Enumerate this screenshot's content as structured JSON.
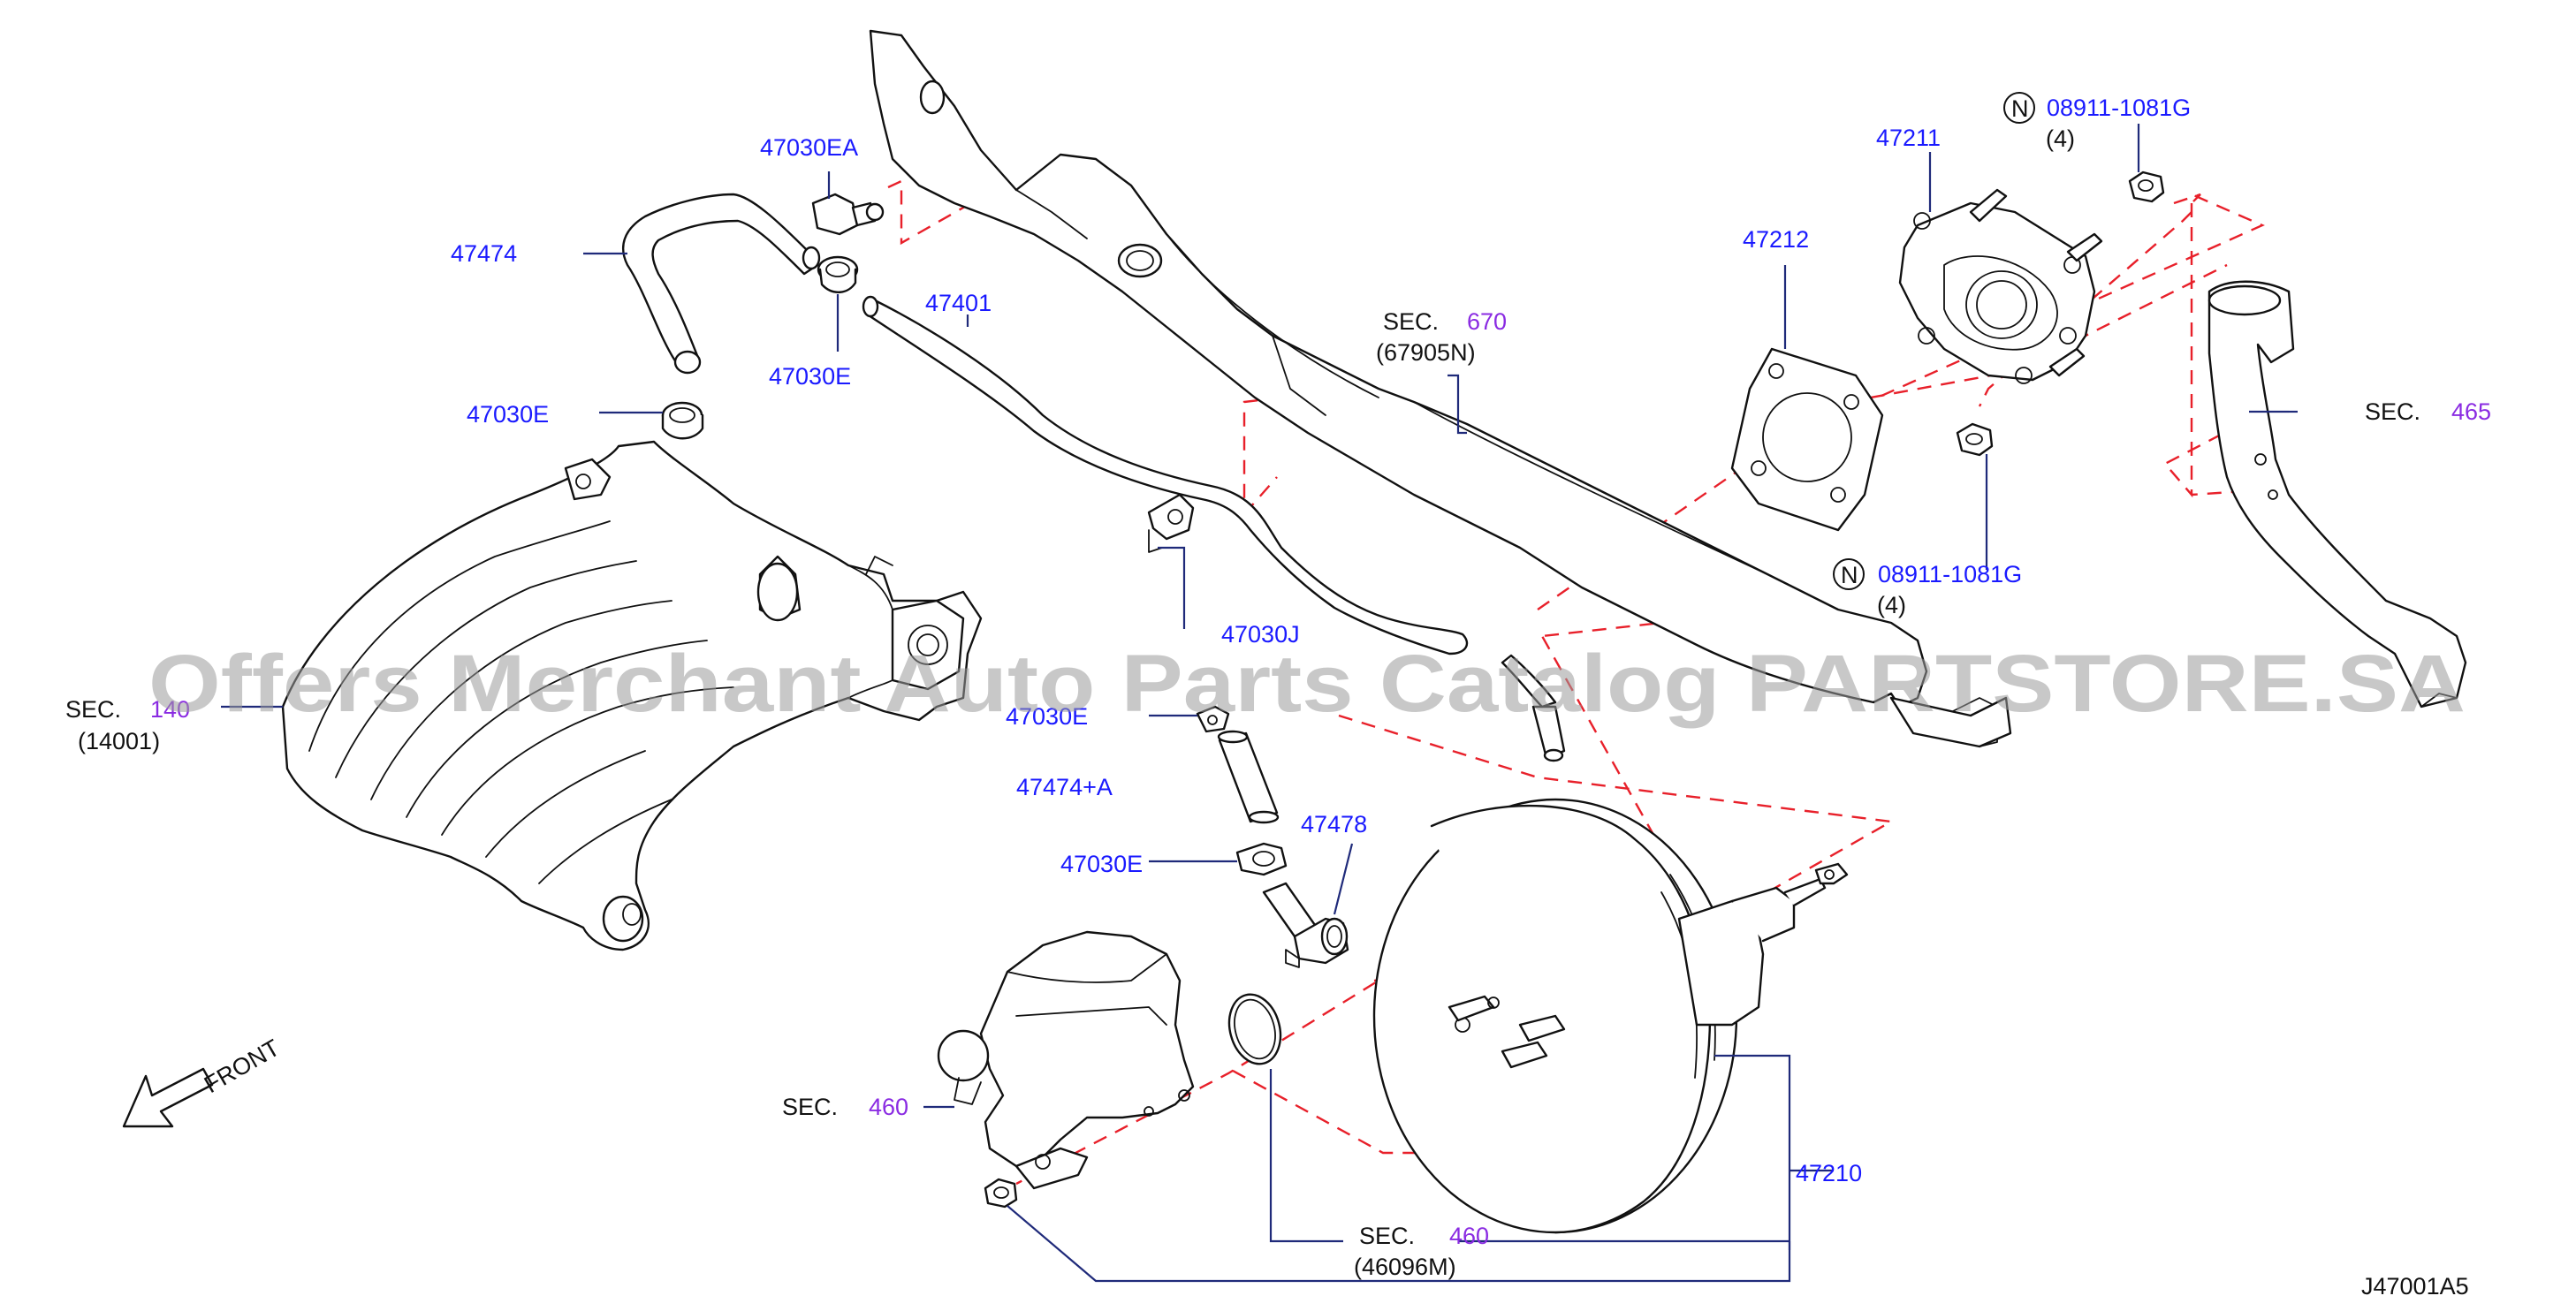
{
  "watermark": "Offers Merchant Auto Parts Catalog PARTSTORE.SA",
  "diagram_code": "J47001A5",
  "front_label": "FRONT",
  "sec_prefix": "SEC.",
  "parts": {
    "p47030EA": "47030EA",
    "p47474": "47474",
    "p47401": "47401",
    "p47030E_top": "47030E",
    "p47030E_left": "47030E",
    "p47030J": "47030J",
    "p47030E_mid": "47030E",
    "p47474A": "47474+A",
    "p47478": "47478",
    "p47030E_low": "47030E",
    "p47212": "47212",
    "p47211": "47211",
    "p47210": "47210",
    "nut_top": "08911-1081G",
    "nut_top_qty": "(4)",
    "nut_mid": "08911-1081G",
    "nut_mid_qty": "(4)",
    "nut_marker": "N"
  },
  "sections": {
    "s670": {
      "num": "670",
      "sub": "(67905N)"
    },
    "s140": {
      "num": "140",
      "sub": "(14001)"
    },
    "s465": {
      "num": "465"
    },
    "s460a": {
      "num": "460"
    },
    "s460b": {
      "num": "460",
      "sub": "(46096M)"
    }
  },
  "colors": {
    "part_number": "#1a1aff",
    "section_number": "#8a2be2",
    "leader_line": "#1f2a7a",
    "assembly_dash": "#e8202a"
  }
}
